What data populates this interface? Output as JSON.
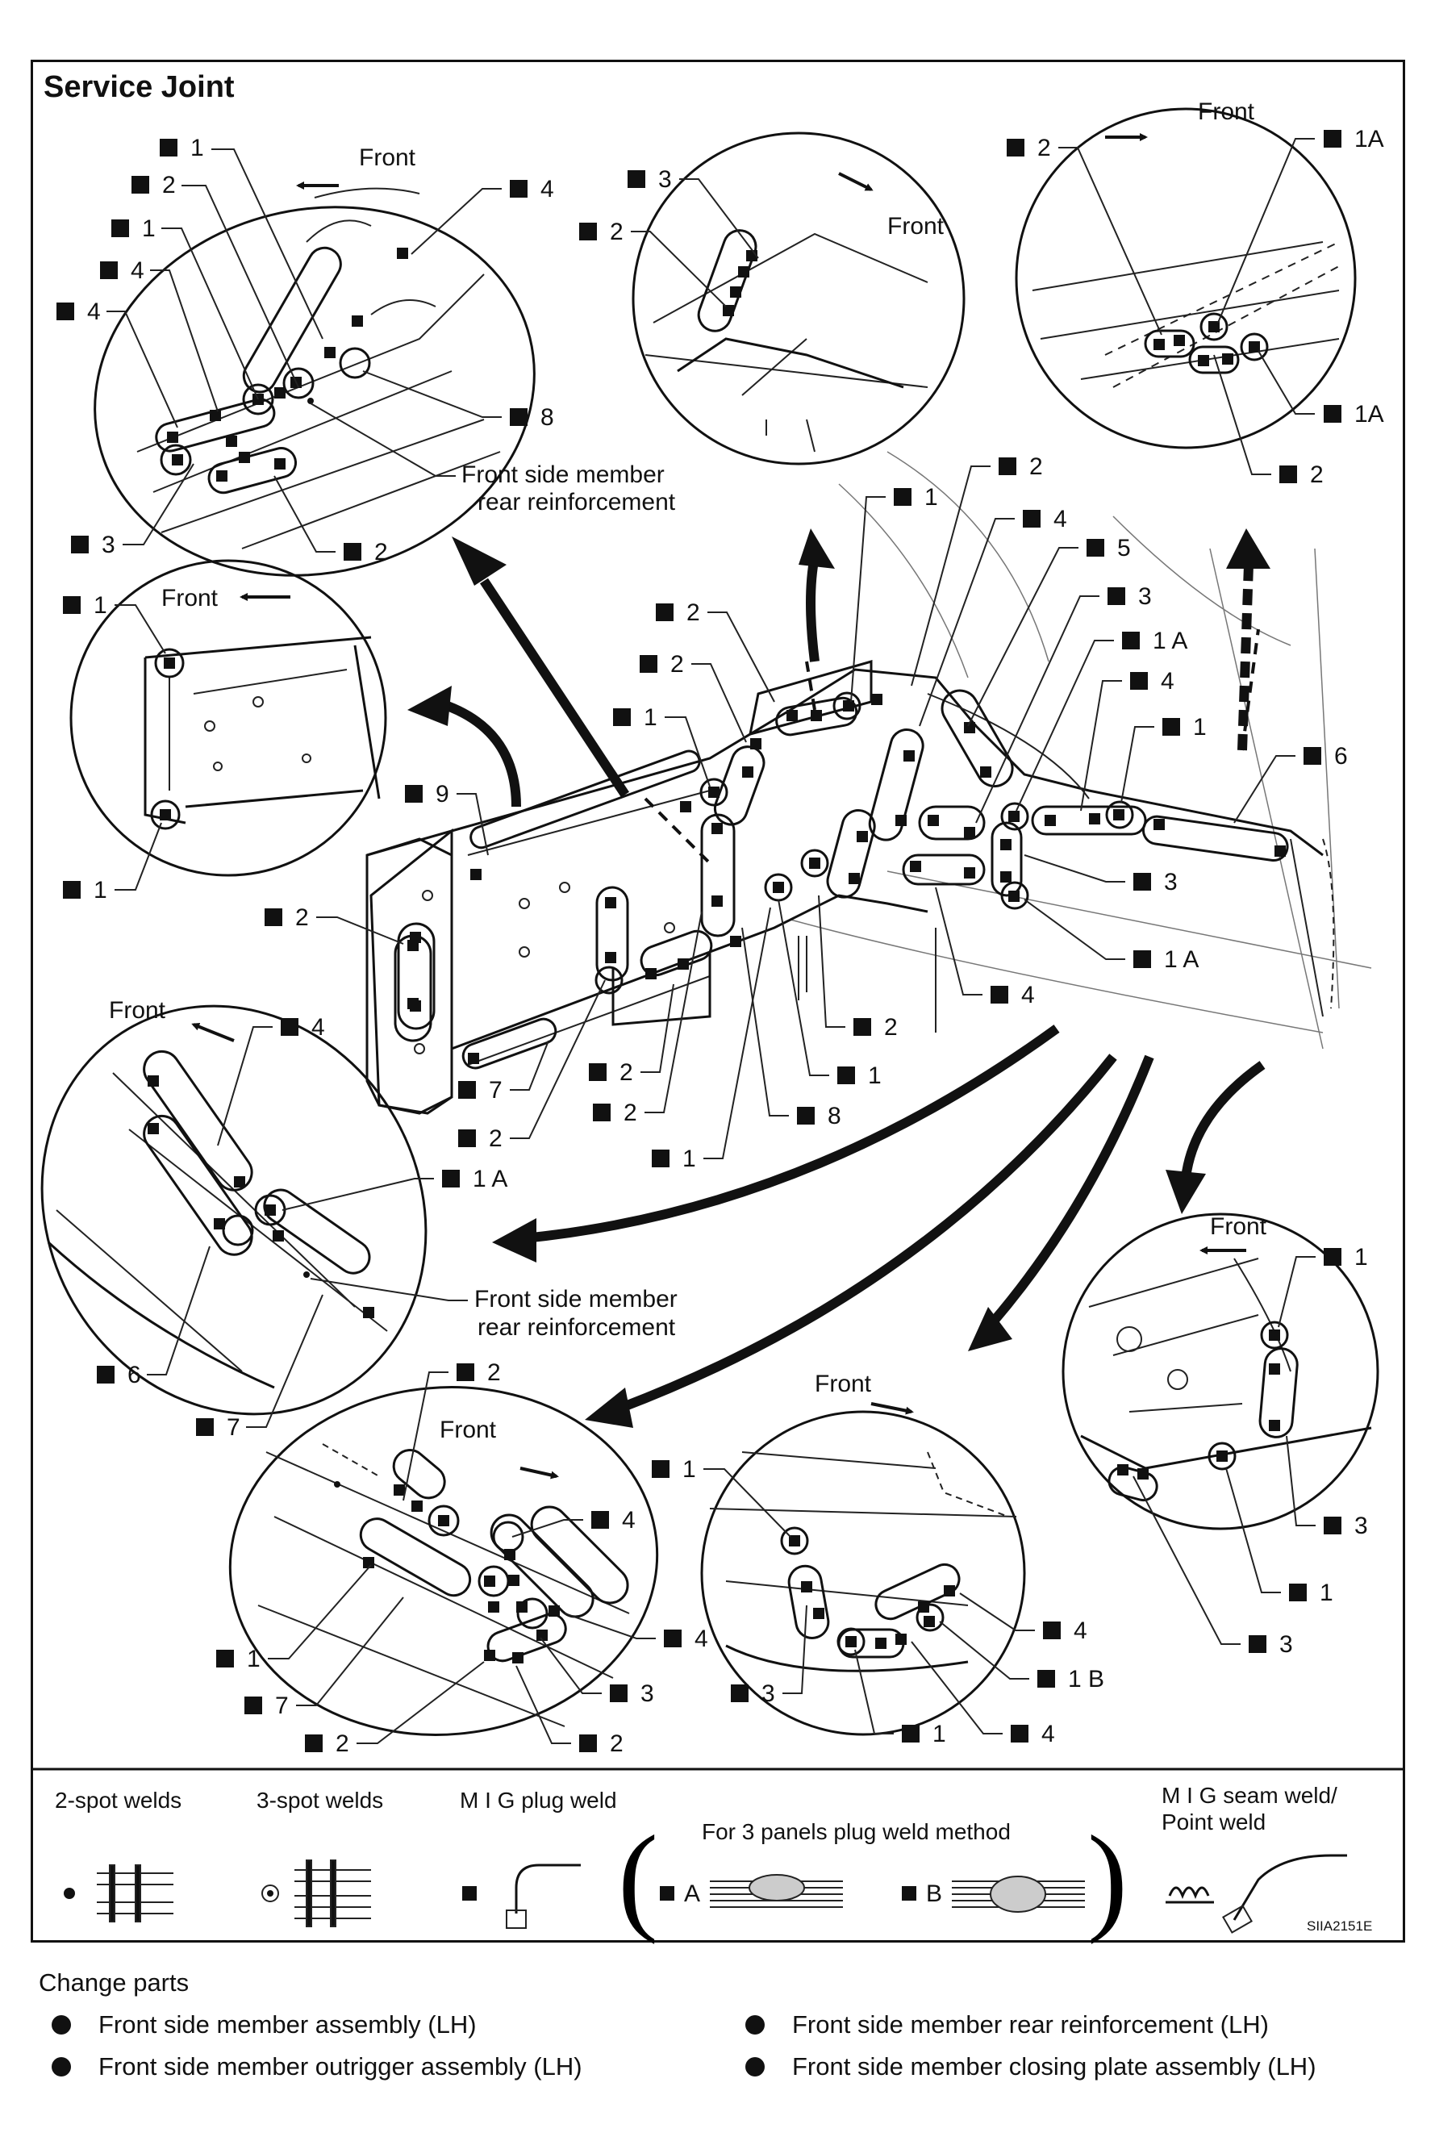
{
  "title": "Service Joint",
  "image_code": "SIIA2151E",
  "front_label": "Front",
  "callouts": {
    "c1": "1",
    "c2": "2",
    "c3": "3",
    "c4": "4",
    "c5": "5",
    "c6": "6",
    "c7": "7",
    "c8": "8",
    "c9": "9",
    "c1a": "1 A",
    "c1a_compact": "1A",
    "c1b": "1 B"
  },
  "annotations": {
    "rear_reinforcement_line1": "Front side member",
    "rear_reinforcement_line2": "rear reinforcement"
  },
  "legend": {
    "two_spot": "2-spot welds",
    "three_spot": "3-spot welds",
    "mig_plug": "M I G plug weld",
    "three_panels": "For 3 panels plug weld method",
    "method_a": "A",
    "method_b": "B",
    "mig_seam_line1": "M I G seam weld/",
    "mig_seam_line2": "Point weld"
  },
  "change_parts": {
    "title": "Change parts",
    "items": [
      "Front side member assembly (LH)",
      "Front side member rear reinforcement (LH)",
      "Front side member outrigger assembly (LH)",
      "Front side member closing plate assembly (LH)"
    ]
  }
}
